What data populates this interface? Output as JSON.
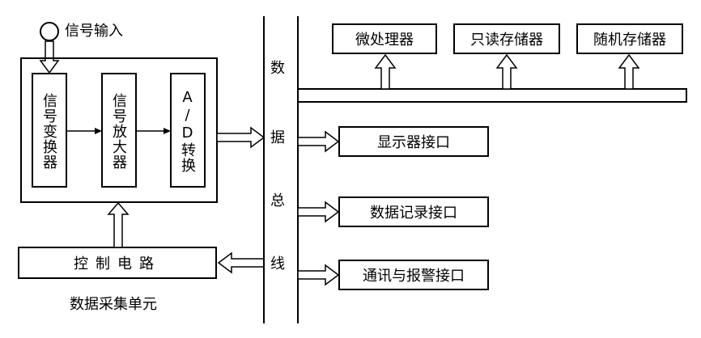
{
  "signal_input": "信号输入",
  "acq_unit": {
    "blocks": [
      "信号变换器",
      "信号放大器",
      "A/D转换"
    ],
    "control": "控制电路",
    "caption": "数据采集单元"
  },
  "bus": {
    "chars": [
      "数",
      "据",
      "总",
      "线"
    ]
  },
  "top_devices": [
    "微处理器",
    "只读存储器",
    "随机存储器"
  ],
  "interfaces": [
    "显示器接口",
    "数据记录接口",
    "通讯与报警接口"
  ]
}
